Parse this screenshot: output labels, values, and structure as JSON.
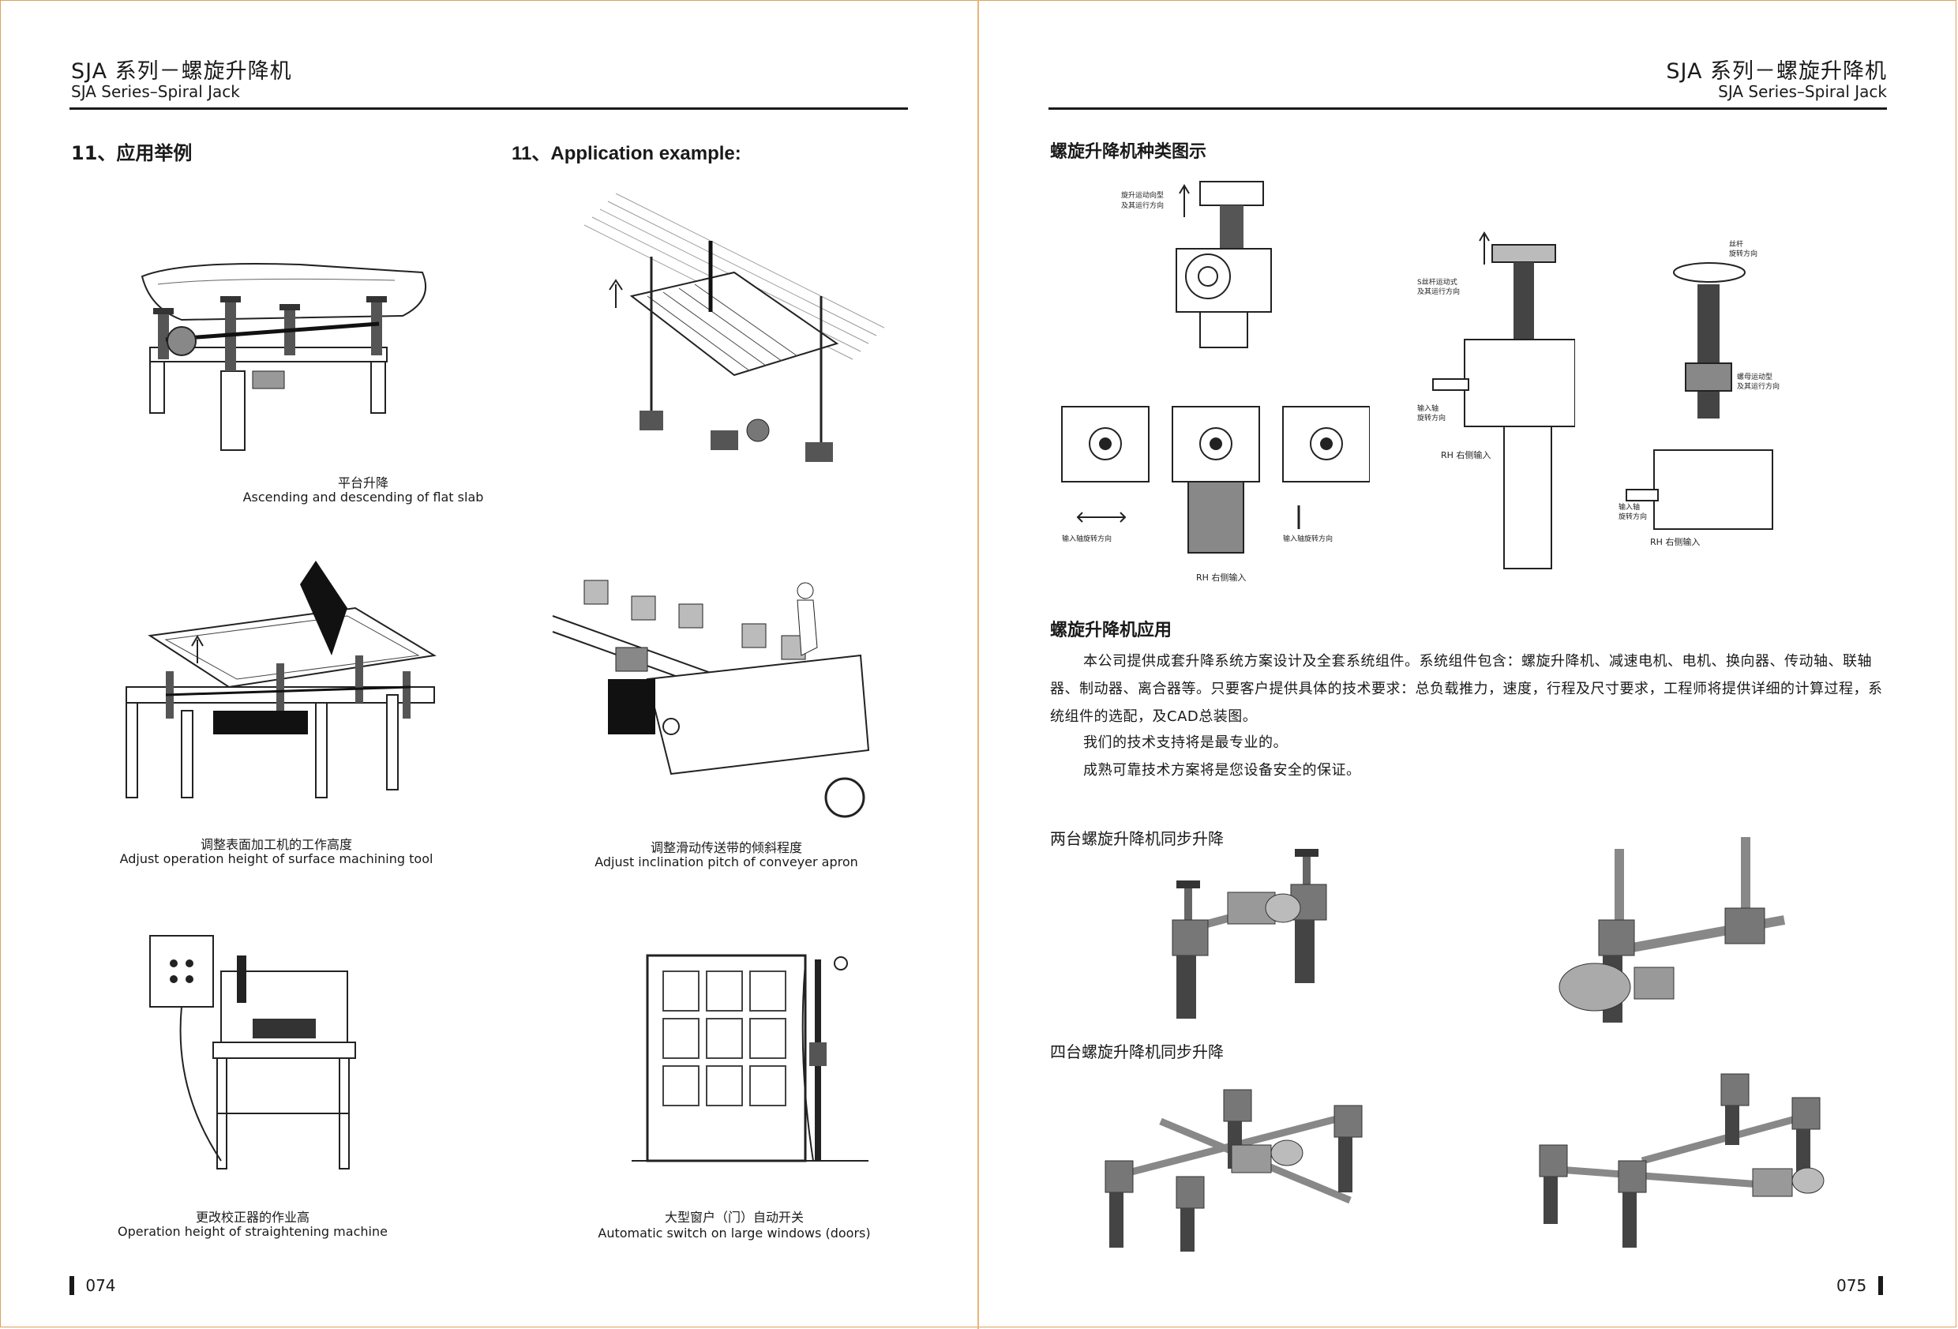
{
  "left_page": {
    "header": {
      "title_zh": "SJA 系列－螺旋升降机",
      "title_en": "SJA Series–Spiral Jack"
    },
    "section_zh": "11、应用举例",
    "section_en": "11、Application example:",
    "figures": [
      {
        "caption_zh": "平台升降",
        "caption_en": "Ascending and descending of flat slab"
      },
      {
        "caption_zh": "调整表面加工机的工作高度",
        "caption_en": "Adjust operation height of surface machining tool"
      },
      {
        "caption_zh": "调整滑动传送带的倾斜程度",
        "caption_en": "Adjust inclination pitch of conveyer apron"
      },
      {
        "caption_zh": "更改校正器的作业高",
        "caption_en": "Operation height of straightening machine"
      },
      {
        "caption_zh": "大型窗户（门）自动开关",
        "caption_en": "Automatic switch on large windows (doors)"
      }
    ],
    "page_number": "074"
  },
  "right_page": {
    "header": {
      "title_zh": "SJA 系列－螺旋升降机",
      "title_en": "SJA Series–Spiral Jack"
    },
    "types_heading": "螺旋升降机种类图示",
    "diagram_labels": {
      "top_a": "旋升运动向型",
      "top_b": "及其运行方向",
      "input_rot": "输入轴旋转方向",
      "rh_input": "RH 右侧输入",
      "screw_motion": "S丝杆运动式",
      "screw_dir": "及其运行方向",
      "input_shaft": "输入轴",
      "rot_dir": "旋转方向",
      "screw_rot": "丝杆",
      "screw_rot2": "旋转方向",
      "nut_motion": "螺母运动型",
      "nut_dir": "及其运行方向"
    },
    "application_heading": "螺旋升降机应用",
    "paragraphs": [
      "本公司提供成套升降系统方案设计及全套系统组件。系统组件包含：螺旋升降机、减速电机、电机、换向器、传动轴、联轴器、制动器、离合器等。只要客户提供具体的技术要求：总负载推力，速度，行程及尺寸要求，工程师将提供详细的计算过程，系统组件的选配，及CAD总装图。",
      "我们的技术支持将是最专业的。",
      "成熟可靠技术方案将是您设备安全的保证。"
    ],
    "label_two": "两台螺旋升降机同步升降",
    "label_four": "四台螺旋升降机同步升降",
    "page_number": "075"
  }
}
